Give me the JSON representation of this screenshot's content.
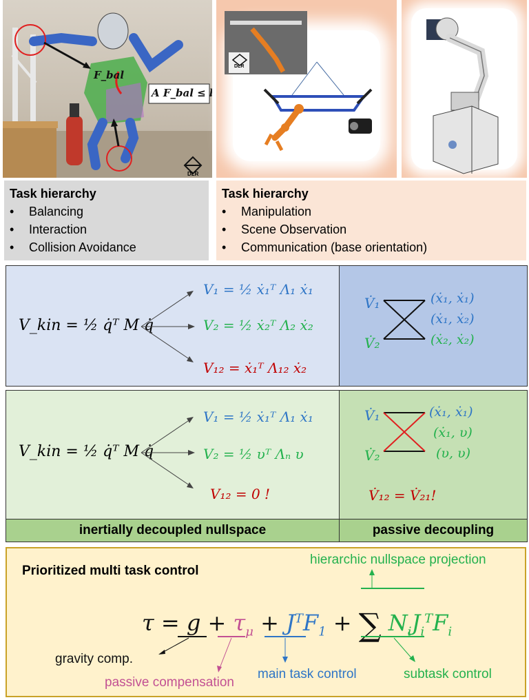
{
  "left_photo": {
    "formula_label": "A F_bal ≤ b",
    "force_label": "F_bal",
    "logo_text": "DLR"
  },
  "mid_photo": {
    "logo_text": "DLR"
  },
  "task_left": {
    "title": "Task hierarchy",
    "items": [
      "Balancing",
      "Interaction",
      "Collision Avoidance"
    ]
  },
  "task_right": {
    "title": "Task hierarchy",
    "items": [
      "Manipulation",
      "Scene Observation",
      "Communication (base orientation)"
    ]
  },
  "panel_top": {
    "vkin": "V_kin = ½ q̇ᵀ M q̇",
    "v1": "V₁ = ½ ẋ₁ᵀ Λ₁ ẋ₁",
    "v2": "V₂ = ½ ẋ₂ᵀ Λ₂ ẋ₂",
    "v12": "V₁₂ = ẋ₁ᵀ Λ₁₂ ẋ₂",
    "right": {
      "v1dot": "V̇₁",
      "v2dot": "V̇₂",
      "pairs": [
        "(ẋ₁, ẋ₁)",
        "(ẋ₁, ẋ₂)",
        "(ẋ₂, ẋ₂)"
      ]
    }
  },
  "panel_bottom": {
    "vkin": "V_kin = ½ q̇ᵀ M q̇",
    "v1": "V₁ = ½ ẋ₁ᵀ Λ₁ ẋ₁",
    "v2": "V₂ = ½ υᵀ Λₙ υ",
    "v12": "V₁₂ = 0 !",
    "right": {
      "v1dot": "V̇₁",
      "v2dot": "V̇₂",
      "pairs": [
        "(ẋ₁, ẋ₁)",
        "(ẋ₁, υ)",
        "(υ, υ)"
      ],
      "equality": "V̇₁₂ = V̇₂₁!"
    }
  },
  "labels": {
    "left": "inertially decoupled nullspace",
    "right": "passive decoupling"
  },
  "control": {
    "title": "Prioritized multi task control",
    "annotations": {
      "nullspace": "hierarchic nullspace projection",
      "gravity": "gravity comp.",
      "passive": "passive compensation",
      "main": "main task control",
      "subtask": "subtask control"
    }
  },
  "colors": {
    "blue": "#2e75c6",
    "green": "#23b14d",
    "red": "#c00000",
    "pink": "#c25193"
  }
}
